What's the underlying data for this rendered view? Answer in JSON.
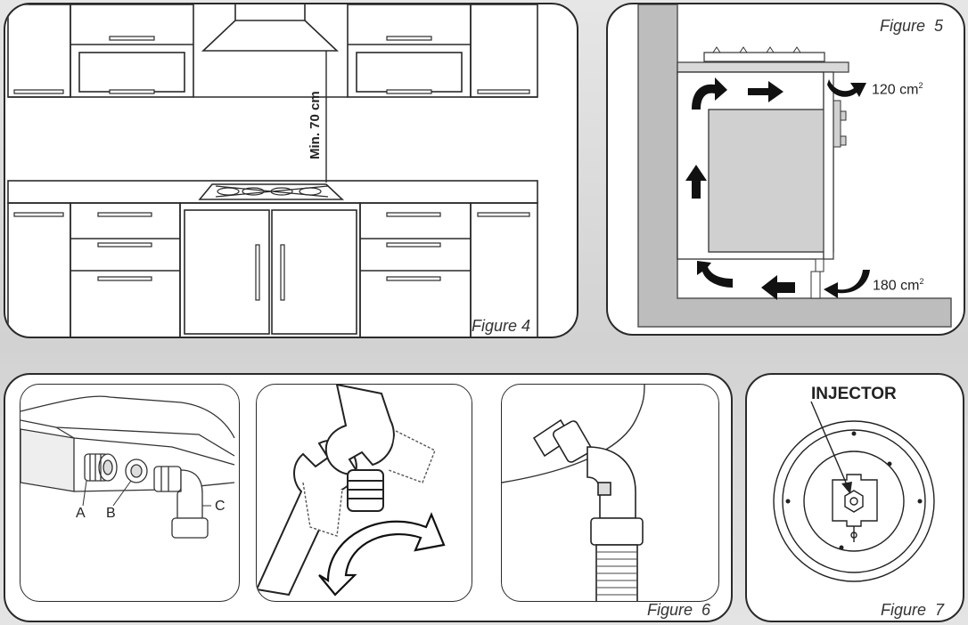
{
  "figure4": {
    "caption": "Figure 4",
    "dimension_label": "Min. 70 cm"
  },
  "figure5": {
    "caption": "Figure  5",
    "vent_top": "120 cm",
    "vent_top_unit_sup": "2",
    "vent_bottom": "180 cm",
    "vent_bottom_unit_sup": "2"
  },
  "figure6": {
    "caption": "Figure  6",
    "part_labels": [
      "A",
      "B",
      "C"
    ]
  },
  "figure7": {
    "caption": "Figure  7",
    "callout": "INJECTOR"
  }
}
